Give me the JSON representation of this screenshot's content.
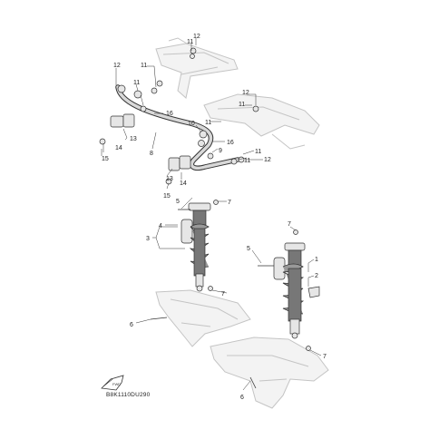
{
  "diagram_code": "B8K1110DU290",
  "callouts": {
    "c11a": "11",
    "c12a": "12",
    "c12b": "12",
    "c11b": "11",
    "c11c": "11",
    "c16a": "16",
    "c12c": "12",
    "c11d": "11",
    "c13a": "13",
    "c14a": "14",
    "c15a": "15",
    "c8": "8",
    "c10": "10",
    "c11e": "11",
    "c16b": "16",
    "c9": "9",
    "c11f": "11",
    "c11g": "11",
    "c12d": "12",
    "c13b": "13",
    "c14b": "14",
    "c15b": "15",
    "c5a": "5",
    "c7a": "7",
    "c4": "4",
    "c3": "3",
    "c7b": "7",
    "c6a": "6",
    "c7c": "7",
    "c5b": "5",
    "c1": "1",
    "c2": "2",
    "c7d": "7",
    "c6b": "6"
  }
}
